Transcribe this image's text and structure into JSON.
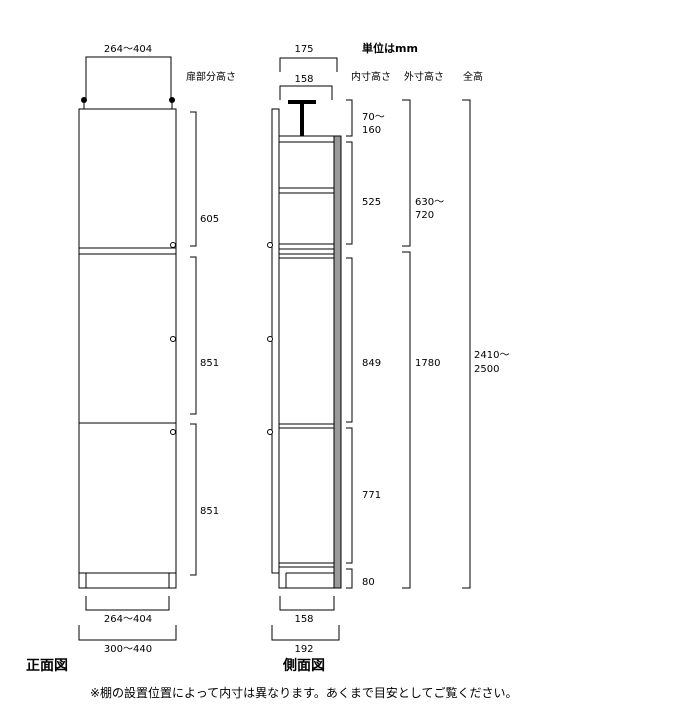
{
  "unit_label": "単位はmm",
  "front": {
    "caption": "正面図",
    "top_width": "264～404",
    "bottom_inner_width": "264～404",
    "bottom_outer_width": "300～440",
    "door_height_header": "扉部分高さ",
    "door_heights": [
      "605",
      "851",
      "851"
    ]
  },
  "side": {
    "caption": "側面図",
    "top_outer": "175",
    "top_inner": "158",
    "bottom_inner": "158",
    "bottom_outer": "192",
    "headers": {
      "inner_height": "内寸高さ",
      "outer_height": "外寸高さ",
      "total_height": "全高"
    },
    "inner_heights": [
      "70～\n160",
      "525",
      "849",
      "771",
      "80"
    ],
    "inner_heights_lines": [
      [
        "70～",
        "160"
      ],
      [
        "525"
      ],
      [
        "849"
      ],
      [
        "771"
      ],
      [
        "80"
      ]
    ],
    "outer_heights": [
      [
        "630～",
        "720"
      ],
      [
        "1780"
      ]
    ],
    "total_height": [
      "2410～",
      "2500"
    ]
  },
  "note": "※棚の設置位置によって内寸は異なります。あくまで目安としてご覧ください。"
}
